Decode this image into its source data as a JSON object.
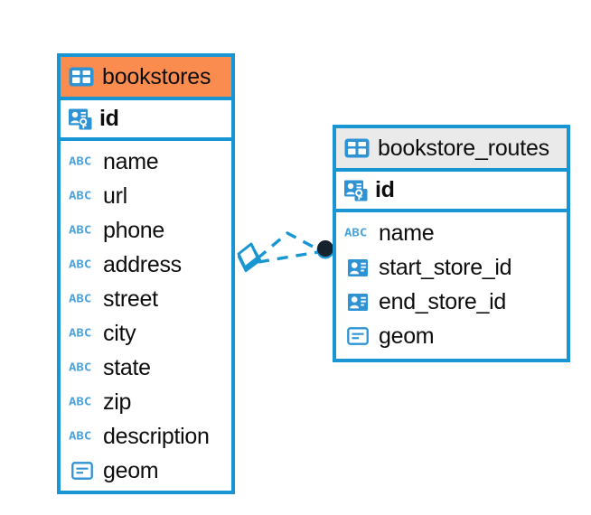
{
  "diagram": {
    "type": "entity-relationship-diagram",
    "background_color": "#ffffff",
    "accent_blue": "#1896d3",
    "highlight_orange": "#fa8c50",
    "header_gray": "#eaeaea",
    "abc_blue": "#4aa3dd",
    "text_color": "#0d0d0d"
  },
  "entities": [
    {
      "name": "bookstores",
      "header_icon": "table-icon",
      "header_style": "orange",
      "primary_key": {
        "name": "id",
        "icon": "primary-key-icon"
      },
      "fields": [
        {
          "name": "name",
          "icon": "abc-text-icon",
          "type_label": "ABC"
        },
        {
          "name": "url",
          "icon": "abc-text-icon",
          "type_label": "ABC"
        },
        {
          "name": "phone",
          "icon": "abc-text-icon",
          "type_label": "ABC"
        },
        {
          "name": "address",
          "icon": "abc-text-icon",
          "type_label": "ABC"
        },
        {
          "name": "street",
          "icon": "abc-text-icon",
          "type_label": "ABC"
        },
        {
          "name": "city",
          "icon": "abc-text-icon",
          "type_label": "ABC"
        },
        {
          "name": "state",
          "icon": "abc-text-icon",
          "type_label": "ABC"
        },
        {
          "name": "zip",
          "icon": "abc-text-icon",
          "type_label": "ABC"
        },
        {
          "name": "description",
          "icon": "abc-text-icon",
          "type_label": "ABC"
        },
        {
          "name": "geom",
          "icon": "geometry-icon",
          "type_label": ""
        }
      ]
    },
    {
      "name": "bookstore_routes",
      "header_icon": "table-icon",
      "header_style": "gray",
      "primary_key": {
        "name": "id",
        "icon": "primary-key-icon"
      },
      "fields": [
        {
          "name": "name",
          "icon": "abc-text-icon",
          "type_label": "ABC"
        },
        {
          "name": "start_store_id",
          "icon": "foreign-key-icon",
          "type_label": ""
        },
        {
          "name": "end_store_id",
          "icon": "foreign-key-icon",
          "type_label": ""
        },
        {
          "name": "geom",
          "icon": "geometry-icon",
          "type_label": ""
        }
      ]
    }
  ],
  "relationships": [
    {
      "from_entity": "bookstore_routes",
      "from_field": "start_store_id",
      "to_entity": "bookstores",
      "to_field": "id",
      "line_style": "dashed",
      "line_color": "#1896d3",
      "source_marker": "filled-circle",
      "target_marker": "diamond"
    },
    {
      "from_entity": "bookstore_routes",
      "from_field": "end_store_id",
      "to_entity": "bookstores",
      "to_field": "id",
      "line_style": "dashed",
      "line_color": "#1896d3",
      "source_marker": "filled-circle",
      "target_marker": "diamond"
    }
  ]
}
